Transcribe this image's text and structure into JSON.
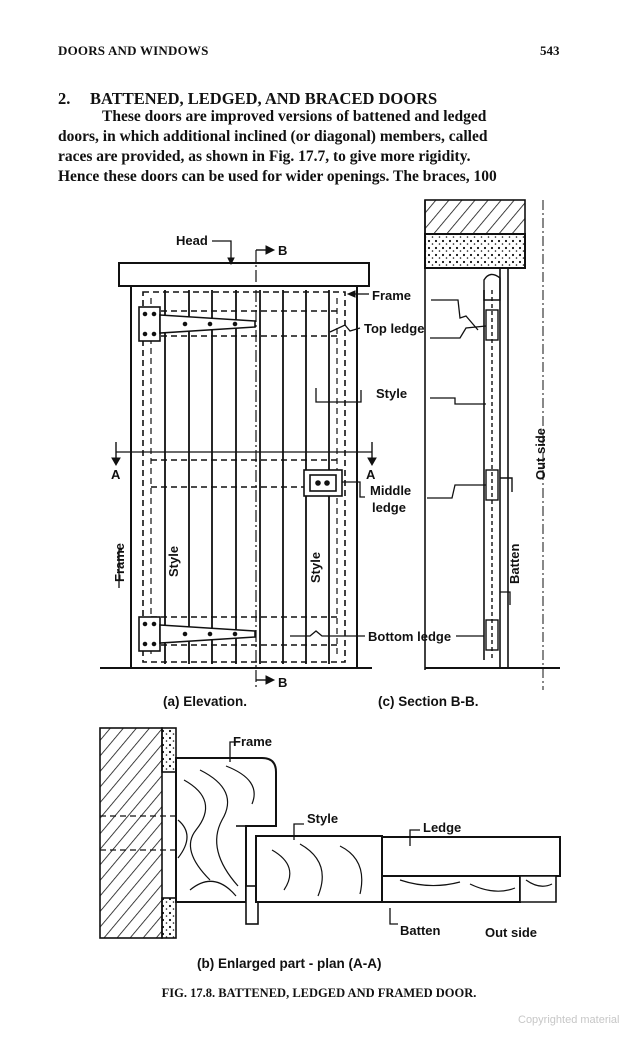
{
  "header": {
    "running_title": "DOORS AND WINDOWS",
    "page_number": "543"
  },
  "section": {
    "number": "2.",
    "title": "BATTENED, LEDGED, AND BRACED DOORS"
  },
  "paragraph": {
    "lines": [
      "These doors are improved versions of battened and ledged",
      "doors, in which additional inclined (or diagonal) members, called",
      "races are provided, as shown in Fig. 17.7, to give more rigidity.",
      "Hence these doors can be used for wider openings. The braces, 100"
    ]
  },
  "figure": {
    "labels": {
      "head": "Head",
      "b_top": "B",
      "b_bottom": "B",
      "frame": "Frame",
      "top_ledge": "Top ledge",
      "style": "Style",
      "a_left": "A",
      "a_right": "A",
      "middle": "Middle",
      "ledge": "ledge",
      "frame_vertical": "Frame",
      "style_left": "Style",
      "style_right": "Style",
      "bottom_ledge": "Bottom ledge",
      "out_side": "Out side",
      "batten": "Batten",
      "elevation": "(a)  Elevation.",
      "section": "(c)  Section  B-B.",
      "plan_frame": "Frame",
      "plan_style": "Style",
      "plan_ledge": "Ledge",
      "plan_batten": "Batten",
      "plan_outside": "Out side",
      "plan_caption": "(b)   Enlarged  part - plan  (A-A)"
    },
    "caption": "FIG. 17.8. BATTENED, LEDGED AND FRAMED DOOR."
  },
  "watermark": "Copyrighted material"
}
